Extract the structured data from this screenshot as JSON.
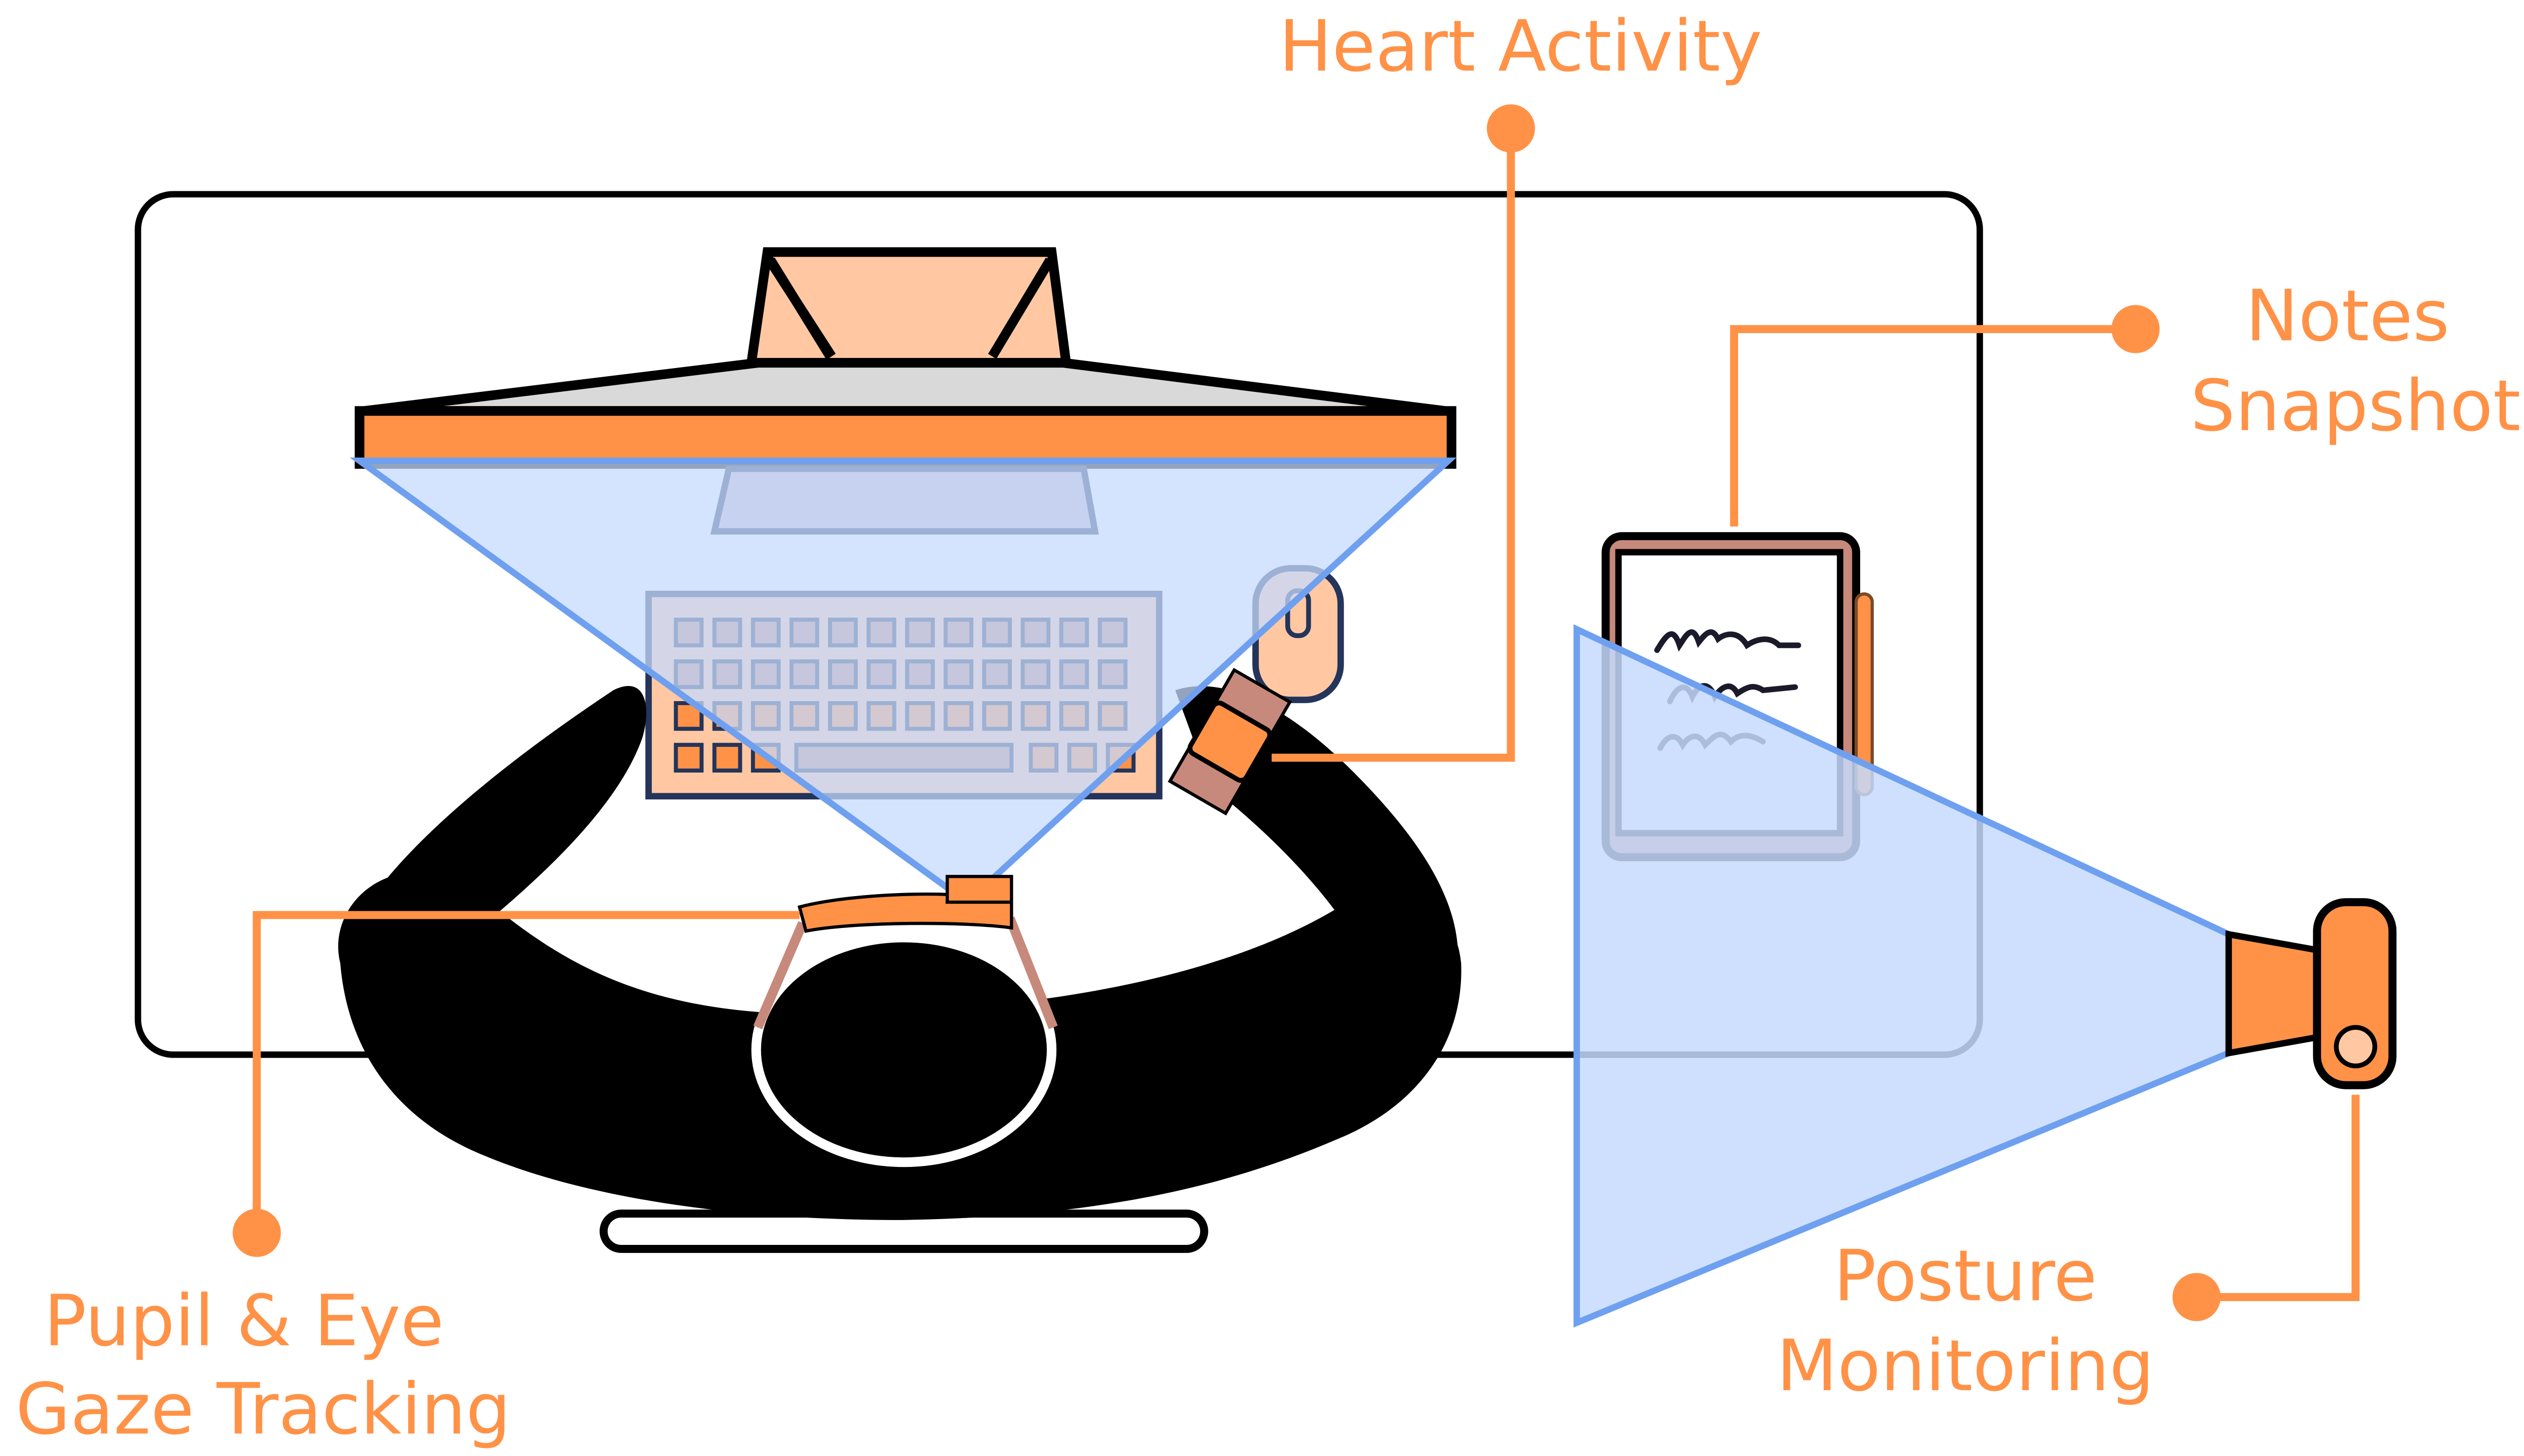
{
  "colors": {
    "accent": "#FF9247",
    "accent_light": "#FFC8A3",
    "accent_muted": "#C7897B",
    "field_of_view": "#C6DBFD",
    "field_of_view_stroke": "#6FA0F0",
    "outline": "#000000",
    "monitor_grey": "#D9D9D9",
    "monitor_stand": "#C9B8C9",
    "navy": "#24345A"
  },
  "labels": {
    "heart_activity": "Heart Activity",
    "notes_line1": "Notes",
    "notes_line2": "Snapshot",
    "pupil_line1": "Pupil & Eye",
    "pupil_line2": "Gaze Tracking",
    "posture_line1": "Posture",
    "posture_line2": "Monitoring"
  },
  "icons": {
    "desk": "desk",
    "monitor": "monitor-icon",
    "keyboard": "keyboard-icon",
    "mouse": "mouse-icon",
    "person": "person-top-view",
    "smartwatch": "smartwatch-icon",
    "eye_tracker_glasses": "eye-tracking-glasses-icon",
    "tablet": "tablet-with-stylus-icon",
    "camera": "webcam-icon",
    "chair": "chair-backrest"
  }
}
